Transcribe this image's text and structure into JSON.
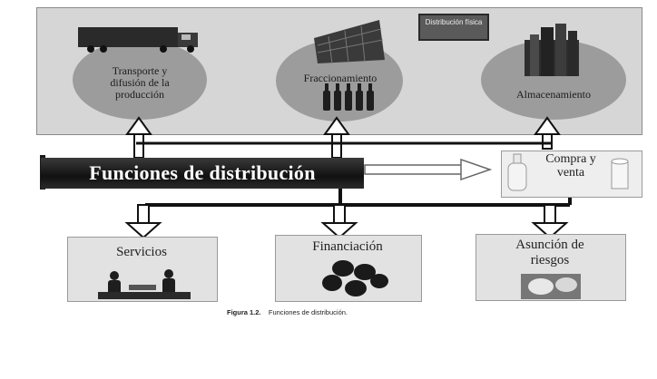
{
  "top_panel": {
    "transport_label": "Transporte y difusión de la producción",
    "fraction_label": "Fraccionamiento",
    "storage_label": "Almacenamiento",
    "badge_label": "Distribución física"
  },
  "banner": {
    "title": "Funciones de distribución"
  },
  "compra": {
    "label": "Compra y venta"
  },
  "bottom": {
    "servicios": "Servicios",
    "financiacion": "Financiación",
    "asuncion": "Asunción de riesgos"
  },
  "caption": {
    "figure": "Figura 1.2.",
    "text": "Funciones de distribución."
  },
  "colors": {
    "panel": "#d6d6d6",
    "circle": "#9c9c9c",
    "banner": "#111111",
    "box": "#e2e2e2"
  }
}
